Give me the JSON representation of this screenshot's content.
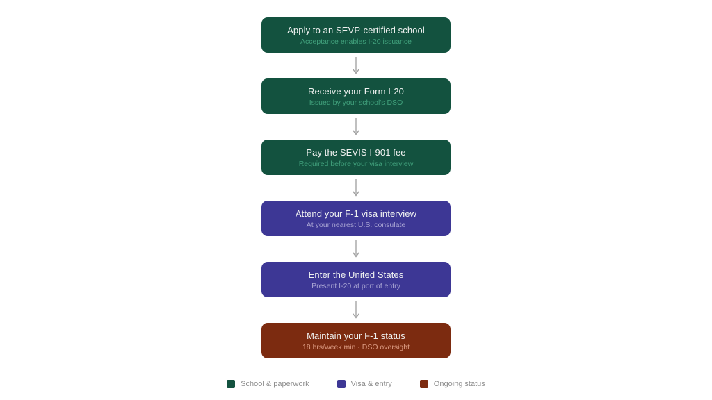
{
  "steps": [
    {
      "title": "Apply to an SEVP-certified school",
      "subtitle": "Acceptance enables I-20 issuance",
      "category": "school"
    },
    {
      "title": "Receive your Form I-20",
      "subtitle": "Issued by your school's DSO",
      "category": "school"
    },
    {
      "title": "Pay the SEVIS I-901 fee",
      "subtitle": "Required before your visa interview",
      "category": "school"
    },
    {
      "title": "Attend your F-1 visa interview",
      "subtitle": "At your nearest U.S. consulate",
      "category": "visa"
    },
    {
      "title": "Enter the United States",
      "subtitle": "Present I-20 at port of entry",
      "category": "visa"
    },
    {
      "title": "Maintain your F-1 status",
      "subtitle": "18 hrs/week min · DSO oversight",
      "category": "ongoing"
    }
  ],
  "legend": [
    {
      "label": "School & paperwork",
      "color": "#13523F"
    },
    {
      "label": "Visa & entry",
      "color": "#3D3795"
    },
    {
      "label": "Ongoing status",
      "color": "#7C2B10"
    }
  ],
  "colors": {
    "background": "#FFFFFF",
    "school": "#13523F",
    "visa": "#3D3795",
    "ongoing": "#7C2B10",
    "title_text": "#EFF1F0",
    "school_subtitle": "#41A17C",
    "visa_subtitle": "#A7A3D2",
    "ongoing_subtitle": "#DC9B82",
    "arrow": "#9E9E9E",
    "legend_text": "#8E8E8E"
  }
}
